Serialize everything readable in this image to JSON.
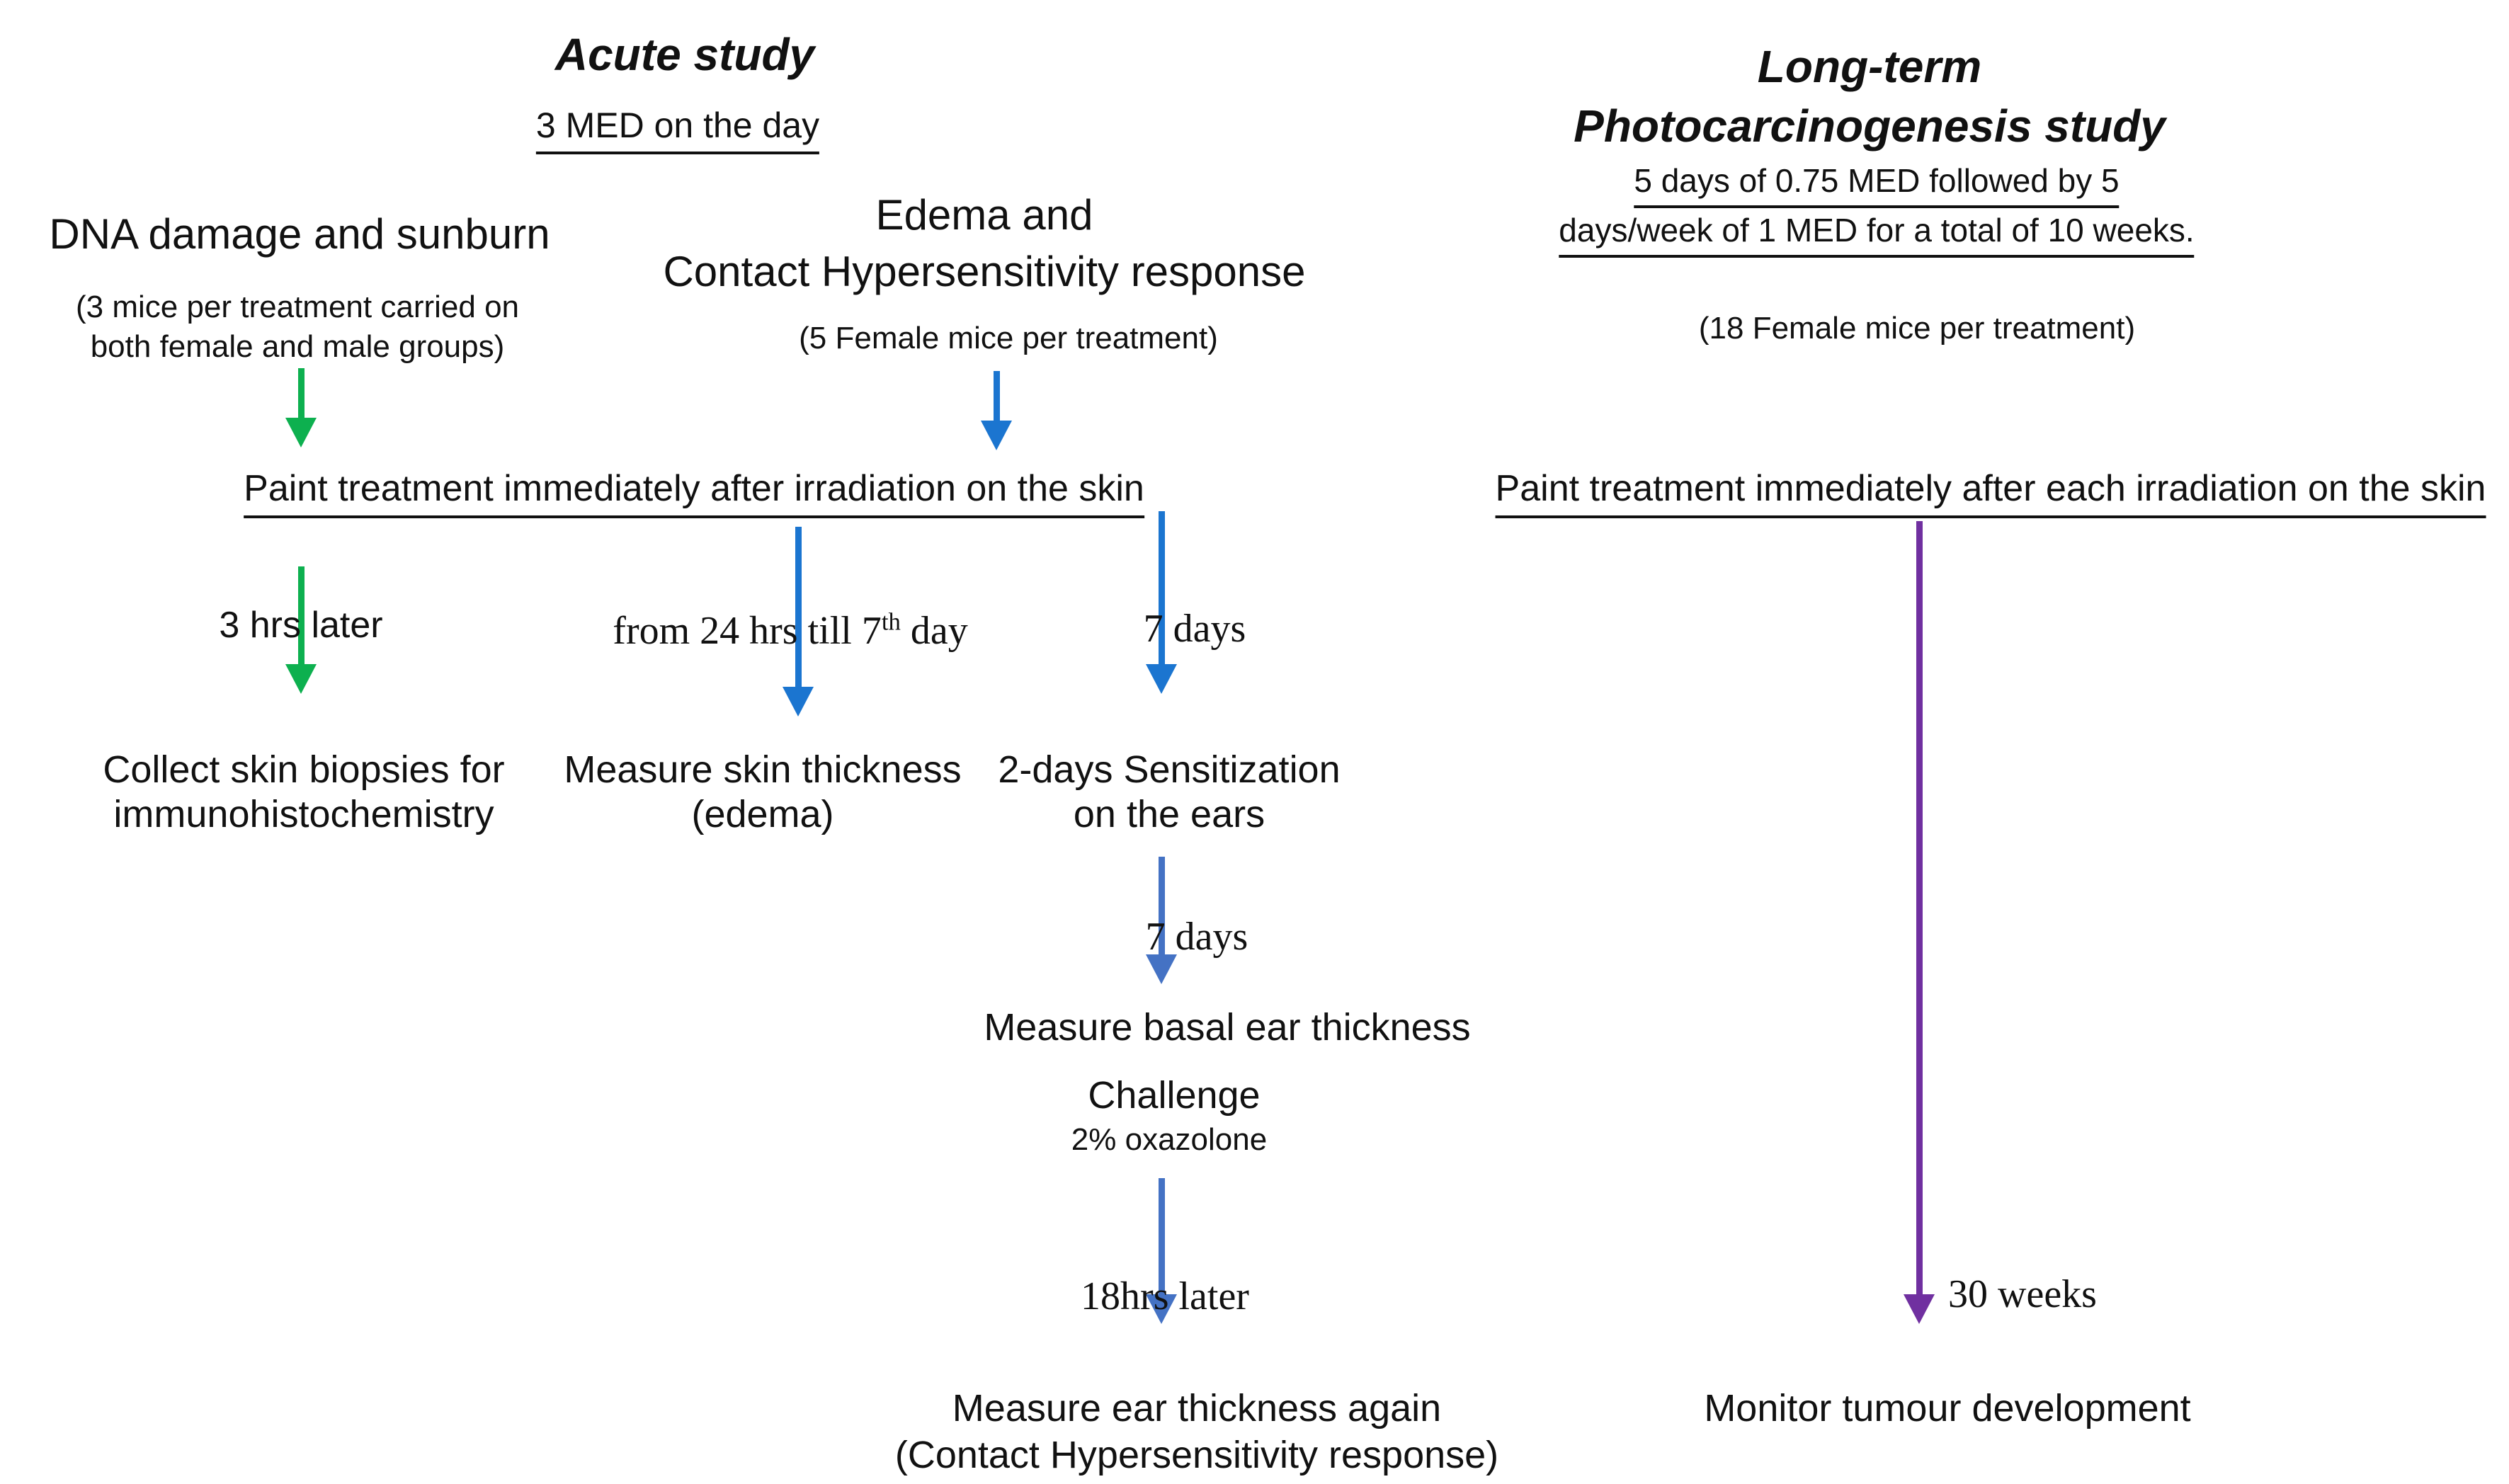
{
  "colors": {
    "arrow_green": "#0DB04F",
    "arrow_blue": "#1B75D0",
    "arrow_light_blue": "#4472C4",
    "arrow_purple": "#7030A0",
    "text": "#111111",
    "background": "#FFFFFF"
  },
  "acute_study": {
    "title": "Acute study",
    "subtitle": "3 MED on the day",
    "paint_step": "Paint treatment immediately after irradiation on the skin",
    "dna_branch": {
      "heading": "DNA damage and sunburn",
      "note_line1": "(3 mice per treatment carried on",
      "note_line2": "both female and male groups)",
      "step_label": "3 hrs later",
      "outcome_line1": "Collect skin biopsies for",
      "outcome_line2": "immunohistochemistry"
    },
    "edema_branch": {
      "heading_line1": "Edema and",
      "heading_line2": "Contact Hypersensitivity response",
      "note": "(5 Female mice per treatment)",
      "edema_label_pre": "from 24 hrs till 7",
      "edema_label_sup": "th",
      "edema_label_post": " day",
      "edema_outcome_line1": "Measure skin thickness",
      "edema_outcome_line2": "(edema)",
      "label_7days_1": "7 days",
      "sensitization_line1": "2-days Sensitization",
      "sensitization_line2": "on the ears",
      "label_7days_2": "7 days",
      "basal_step": "Measure basal ear thickness",
      "challenge": "Challenge",
      "challenge_agent": "2% oxazolone",
      "label_18hrs": "18hrs later",
      "final_line1": "Measure ear thickness again",
      "final_line2": "(Contact Hypersensitivity response)"
    }
  },
  "longterm_study": {
    "title_line1": "Long-term",
    "title_line2": "Photocarcinogenesis study",
    "subtitle_line1": "5 days of 0.75 MED followed by 5",
    "subtitle_line2": "days/week of 1 MED for a total of 10 weeks.",
    "note": "(18 Female mice per treatment)",
    "paint_step": "Paint treatment immediately after each irradiation on the skin",
    "duration_label": "30 weeks",
    "outcome": "Monitor tumour development"
  }
}
